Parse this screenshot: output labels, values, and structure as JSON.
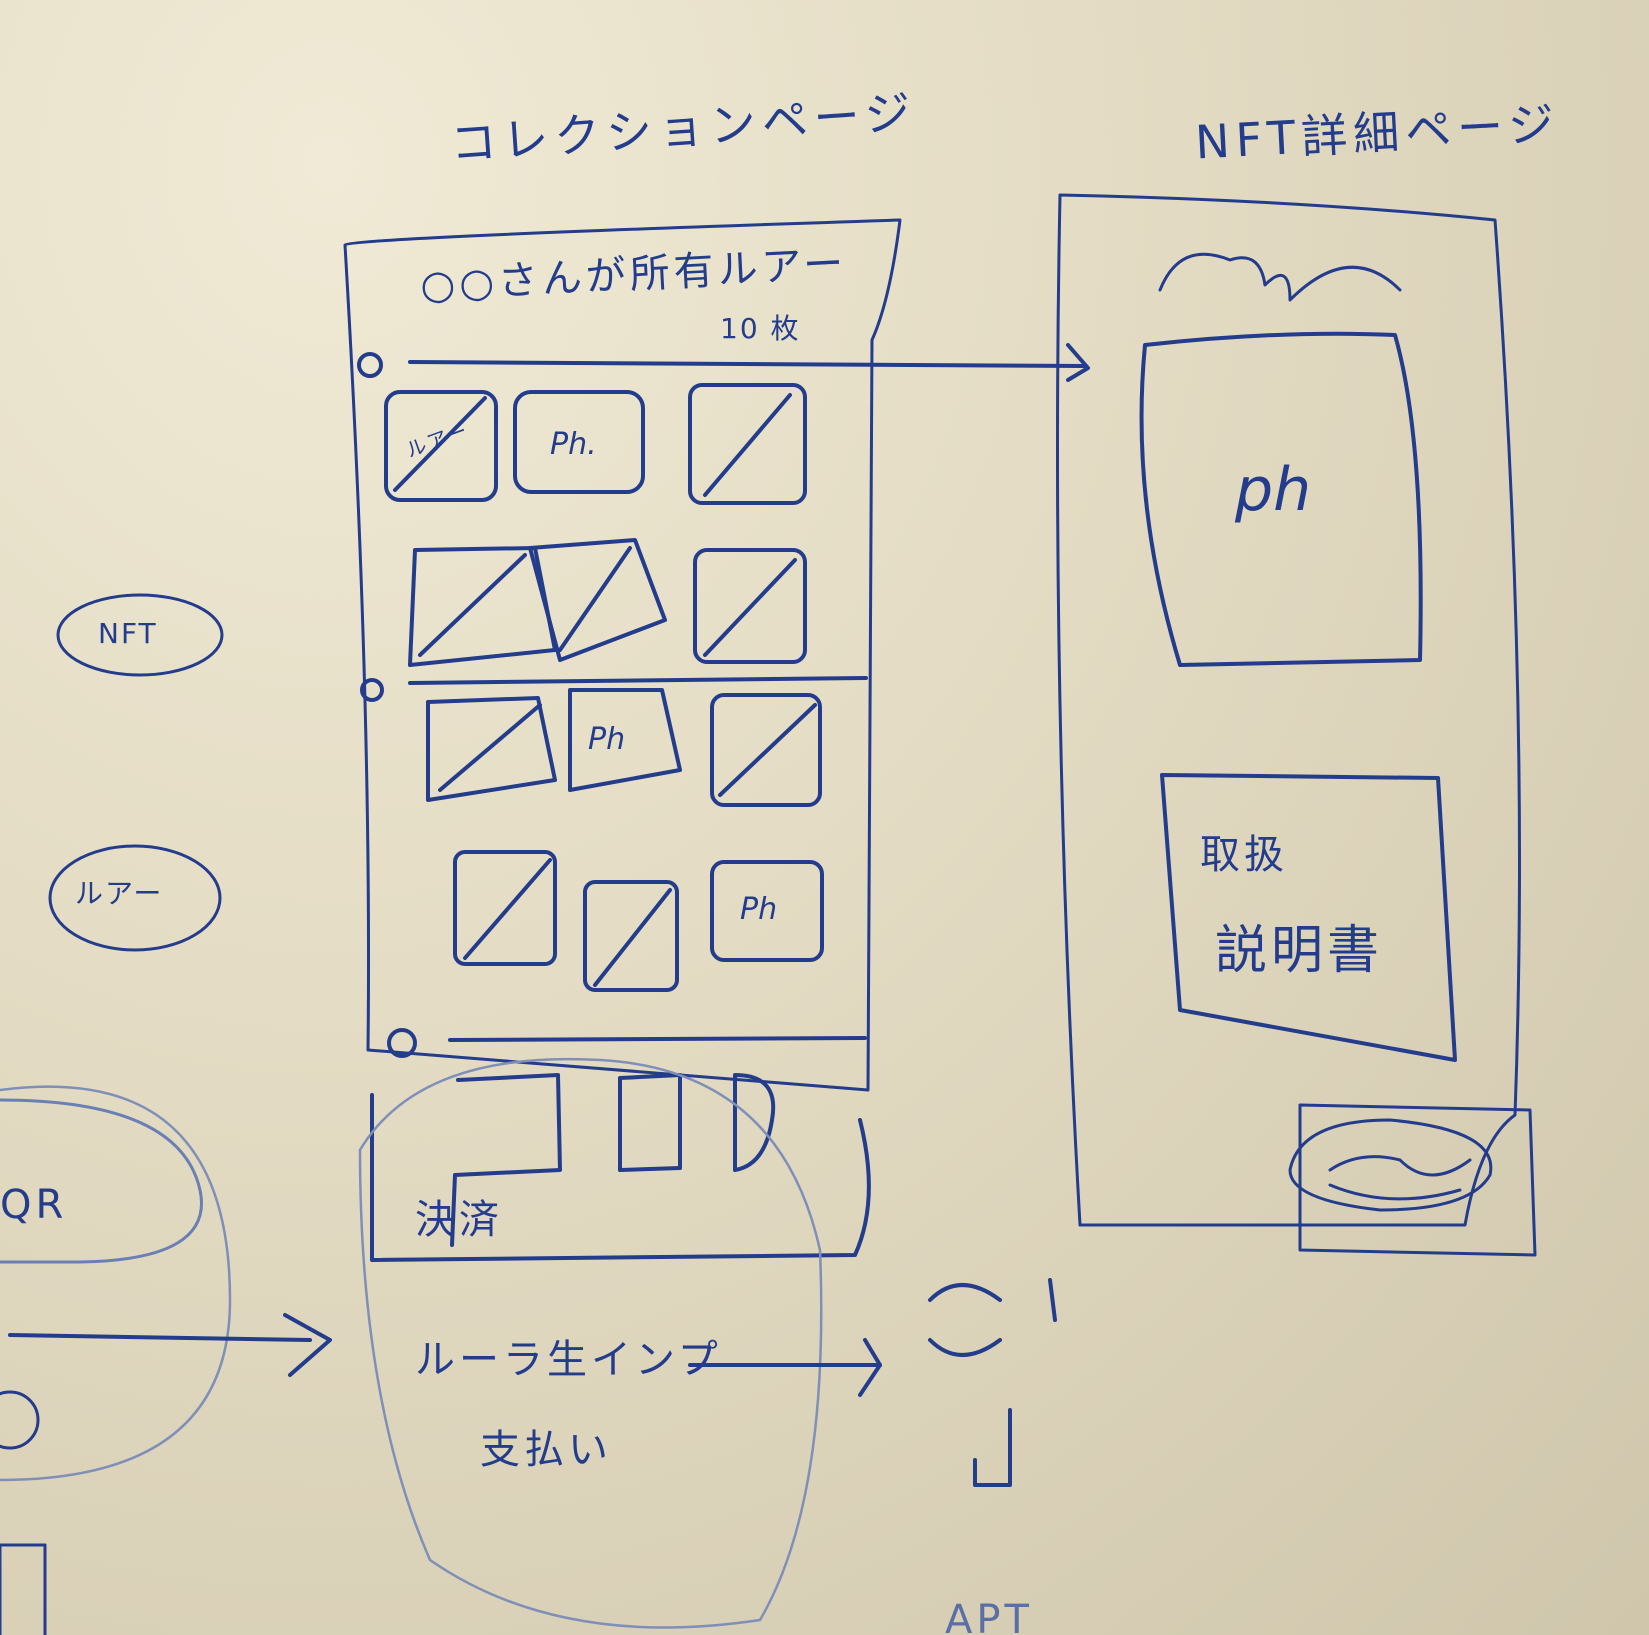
{
  "collection_page": {
    "title": "コレクションページ",
    "header_line": "○○さんが所有ルアー",
    "count": "10 枚",
    "thumb_labels": [
      "ルアー",
      "Ph.",
      "Ph",
      "Ph"
    ],
    "bottom_button_label": "決済"
  },
  "nft_detail_page": {
    "title": "NFT詳細ページ",
    "image_label": "ph",
    "desc_lines": [
      "取扱",
      "説明書"
    ]
  },
  "side_bubbles": [
    "NFT",
    "ルアー",
    "QR"
  ],
  "flow_notes": {
    "payment_lines": [
      "ルーラ生インプ",
      "支払い"
    ],
    "bottom_label": "APT"
  },
  "ink_color": "#243c8c"
}
